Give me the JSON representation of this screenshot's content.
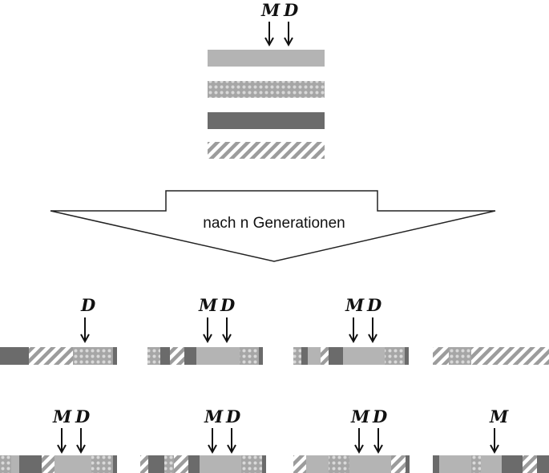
{
  "markers": {
    "M": "M",
    "D": "D"
  },
  "arrow_caption": "nach n Generationen",
  "top_arrow_labels": [
    "M",
    "D"
  ],
  "offspring_labels": [
    [
      "D"
    ],
    [
      "M",
      "D"
    ],
    [
      "M",
      "D"
    ],
    [],
    [
      "M",
      "D"
    ],
    [
      "M",
      "D"
    ],
    [
      "M",
      "D"
    ],
    [
      "M"
    ]
  ],
  "colors": {
    "light": "#b4b4b4",
    "dark": "#6b6b6b",
    "dotted_bg": "#a6a6a6",
    "dot": "#d9d9d9",
    "stripe": "#9c9c9c",
    "ink": "#111111"
  }
}
